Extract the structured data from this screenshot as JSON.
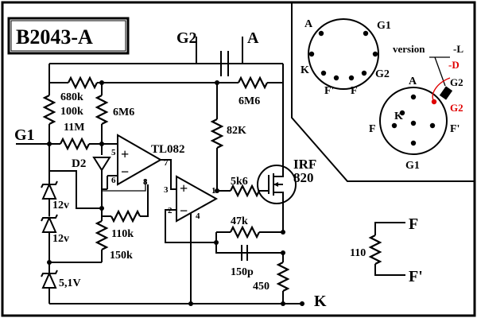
{
  "title": "B2043-A",
  "labels": {
    "g2_top": "G2",
    "a_top": "A",
    "g1_in": "G1",
    "k_out": "K",
    "r680k": "680k",
    "r100k": "100k",
    "r11m": "11M",
    "r6m6_left": "6M6",
    "r6m6_right": "6M6",
    "r82k": "82K",
    "d2": "D2",
    "tl082": "TL082",
    "irf": "IRF",
    "irf_num": "820",
    "r5k6": "5k6",
    "r47k": "47k",
    "c150p": "150p",
    "r450": "450",
    "r110k": "110k",
    "r150k": "150k",
    "z12v_1": "12v",
    "z12v_2": "12v",
    "z5v1": "5,1V",
    "pin5": "5",
    "pin6": "6",
    "pin7": "7",
    "pin8": "8",
    "pin3": "3",
    "pin2": "2",
    "pin1": "1",
    "pin4": "4",
    "plus1": "+",
    "minus1": "−",
    "plus2": "+",
    "minus2": "−"
  },
  "socket_top": {
    "a": "A",
    "g1": "G1",
    "k": "K",
    "g2": "G2",
    "f1": "F'",
    "f2": "F"
  },
  "socket_bottom": {
    "version": "version",
    "version_l": "-L",
    "version_d": "-D",
    "a": "A",
    "g2": "G2",
    "g2_red": "G2",
    "k": "K",
    "f": "F",
    "f_prime": "F'",
    "g1": "G1"
  },
  "heater": {
    "value": "110",
    "f": "F",
    "f_prime": "F'"
  },
  "colors": {
    "ink": "#000000",
    "accent": "#e00000",
    "background": "#ffffff"
  }
}
